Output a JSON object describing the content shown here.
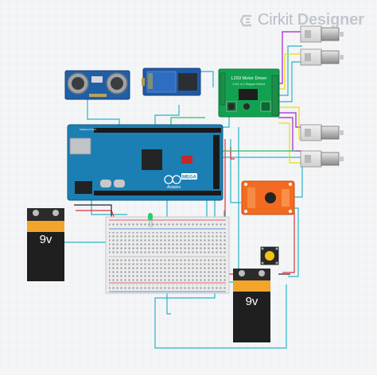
{
  "watermark": {
    "prefix": "Cirkit",
    "suffix": "Designer",
    "icon": "cirkit-logo-icon"
  },
  "motor_driver": {
    "title": "L293 Motor Driver",
    "subtitle": "4 DC or 2 Stepper Motors"
  },
  "arduino": {
    "model": "MEGA",
    "brand": "Arduino",
    "made_in": "MADE IN ITALY"
  },
  "batteries": [
    {
      "label": "9v"
    },
    {
      "label": "9v"
    }
  ],
  "colors": {
    "wire_blue": "#27b5c4",
    "wire_red": "#e0303e",
    "wire_purple": "#a020d6",
    "wire_yellow": "#e7e100",
    "wire_green": "#22c55e",
    "board_blue": "#1b7fb3",
    "driver_green": "#12a150",
    "voice_module": "#f26b21"
  }
}
